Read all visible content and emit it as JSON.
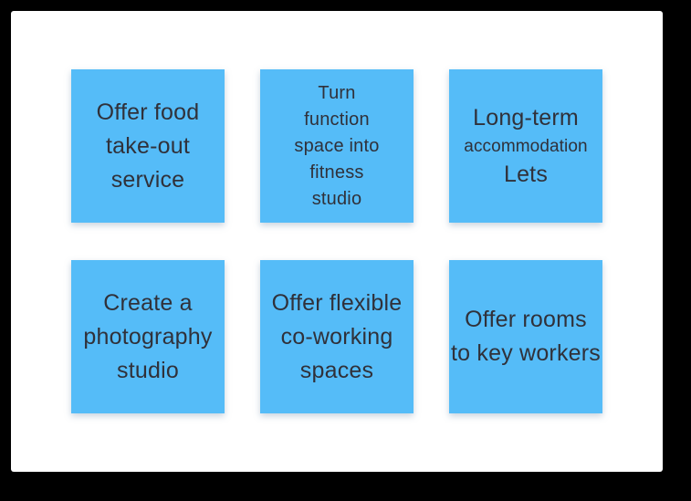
{
  "board": {
    "background_color": "#000000",
    "canvas_color": "#ffffff",
    "note_color": "#55bcf8",
    "note_text_color": "#30313a",
    "notes": [
      {
        "text": "Offer food\ntake-out\nservice"
      },
      {
        "text": "Turn\nfunction\nspace into\nfitness\nstudio"
      },
      {
        "line1": "Long-term",
        "line2": "accommodation",
        "line3": "Lets"
      },
      {
        "text": "Create a\nphotography\nstudio"
      },
      {
        "text": "Offer flexible\nco-working\nspaces"
      },
      {
        "text": "Offer rooms\nto key workers"
      }
    ]
  }
}
